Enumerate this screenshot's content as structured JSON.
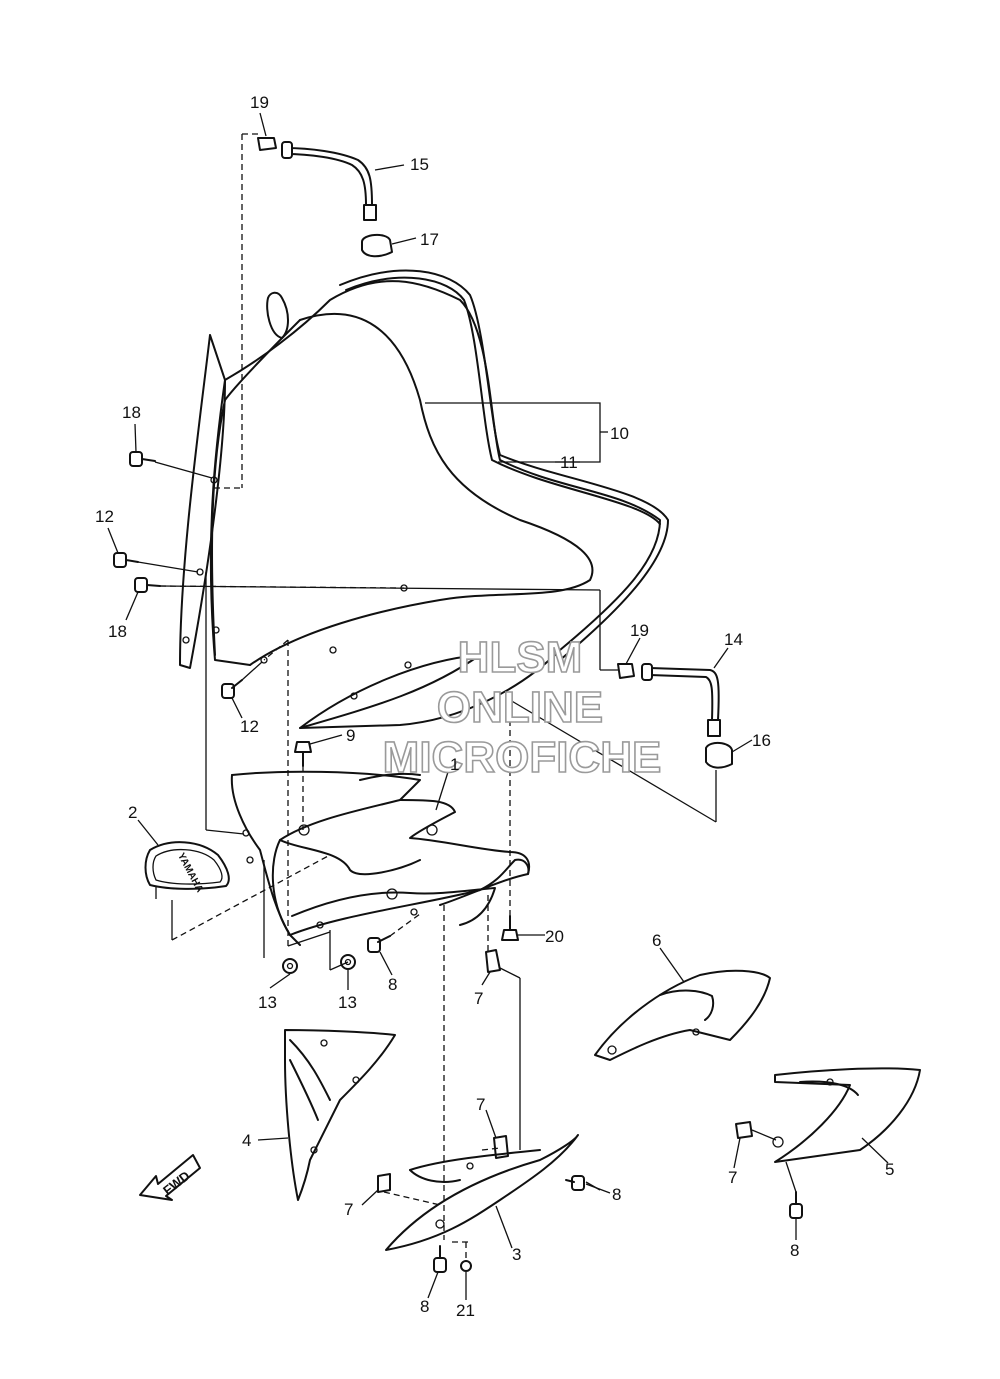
{
  "callouts": {
    "c1": "1",
    "c2": "2",
    "c3": "3",
    "c4": "4",
    "c5": "5",
    "c6": "6",
    "c7a": "7",
    "c7b": "7",
    "c7c": "7",
    "c7d": "7",
    "c8a": "8",
    "c8b": "8",
    "c8c": "8",
    "c8d": "8",
    "c9": "9",
    "c10": "10",
    "c11": "11",
    "c12a": "12",
    "c12b": "12",
    "c13a": "13",
    "c13b": "13",
    "c14": "14",
    "c15": "15",
    "c16": "16",
    "c17": "17",
    "c18a": "18",
    "c18b": "18",
    "c19a": "19",
    "c19b": "19",
    "c20": "20",
    "c21": "21"
  },
  "watermark": {
    "line1": "HLSM",
    "line2": "ONLINE",
    "line3": "MICROFICHE"
  },
  "fwd_arrow": {
    "label": "FWD",
    "icon": "fwd-arrow-icon"
  },
  "emblem": {
    "brand": "YAMAHA"
  },
  "colors": {
    "line": "#111111",
    "watermark_stroke": "#9a9a9a",
    "background": "#ffffff"
  }
}
